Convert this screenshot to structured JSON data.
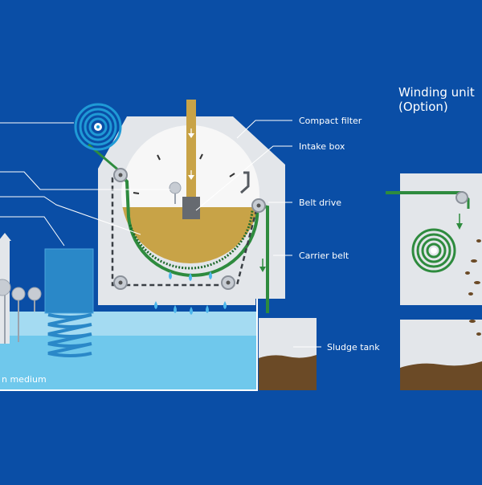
{
  "labels": {
    "compact_filter": "Compact filter",
    "intake_box": "Intake box",
    "belt_drive": "Belt drive",
    "carrier_belt": "Carrier belt",
    "sludge_tank": "Sludge tank",
    "cutoff_medium": "n medium"
  },
  "winding_unit": {
    "title_line1": "Winding unit",
    "title_line2": "(Option)"
  },
  "colors": {
    "background": "#0a4ea6",
    "machine_body": "#e3e6ea",
    "fluid": "#c8a347",
    "belt": "#2e8b3e",
    "water": "#6fc8ec",
    "sludge": "#6b4a26",
    "coil": "#1f9ad6"
  }
}
